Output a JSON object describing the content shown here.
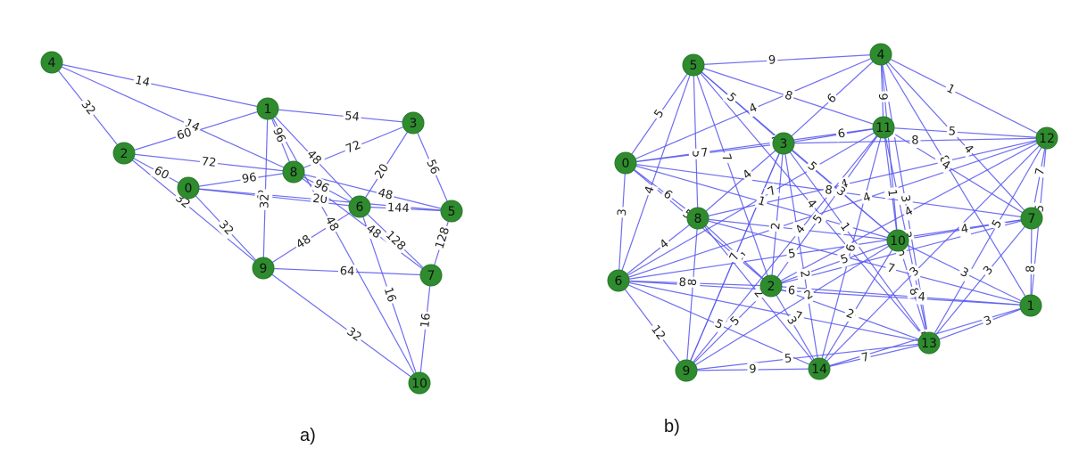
{
  "panels": [
    {
      "caption": "a)",
      "nodes": [
        "0",
        "1",
        "2",
        "3",
        "4",
        "5",
        "6",
        "7",
        "8",
        "9",
        "10"
      ],
      "edges": [
        [
          "4",
          "1",
          "14"
        ],
        [
          "4",
          "2",
          "32"
        ],
        [
          "4",
          "8",
          "14"
        ],
        [
          "2",
          "1",
          "60"
        ],
        [
          "2",
          "8",
          "72"
        ],
        [
          "2",
          "0",
          "60"
        ],
        [
          "2",
          "9",
          "32"
        ],
        [
          "0",
          "9",
          "32"
        ],
        [
          "0",
          "8",
          "96"
        ],
        [
          "0",
          "6",
          "8"
        ],
        [
          "0",
          "5",
          "20"
        ],
        [
          "1",
          "3",
          "54"
        ],
        [
          "1",
          "8",
          "96"
        ],
        [
          "1",
          "6",
          "48"
        ],
        [
          "1",
          "9",
          "32"
        ],
        [
          "1",
          "10",
          "48"
        ],
        [
          "8",
          "3",
          "72"
        ],
        [
          "8",
          "5",
          "48"
        ],
        [
          "8",
          "6",
          "96"
        ],
        [
          "3",
          "5",
          "56"
        ],
        [
          "3",
          "6",
          "20"
        ],
        [
          "6",
          "5",
          "144"
        ],
        [
          "6",
          "7",
          "128"
        ],
        [
          "6",
          "9",
          "48"
        ],
        [
          "5",
          "7",
          "128"
        ],
        [
          "9",
          "7",
          "64"
        ],
        [
          "9",
          "10",
          "32"
        ],
        [
          "7",
          "10",
          "16"
        ],
        [
          "6",
          "10",
          "16"
        ],
        [
          "8",
          "7",
          "48"
        ]
      ]
    },
    {
      "caption": "b)",
      "nodes": [
        "0",
        "1",
        "2",
        "3",
        "4",
        "5",
        "6",
        "7",
        "8",
        "9",
        "10",
        "11",
        "12",
        "13",
        "14"
      ],
      "edges": [
        [
          "5",
          "4",
          "9"
        ],
        [
          "5",
          "0",
          "5"
        ],
        [
          "5",
          "8",
          "5"
        ],
        [
          "5",
          "3",
          "5"
        ],
        [
          "5",
          "11",
          "8"
        ],
        [
          "5",
          "10",
          "5"
        ],
        [
          "5",
          "2",
          "7"
        ],
        [
          "5",
          "13",
          "4"
        ],
        [
          "5",
          "6",
          "4"
        ],
        [
          "4",
          "12",
          "1"
        ],
        [
          "4",
          "3",
          "6"
        ],
        [
          "4",
          "11",
          "9"
        ],
        [
          "4",
          "10",
          "2"
        ],
        [
          "4",
          "0",
          "4"
        ],
        [
          "4",
          "7",
          "4"
        ],
        [
          "4",
          "1",
          "8"
        ],
        [
          "4",
          "13",
          "3"
        ],
        [
          "12",
          "11",
          "5"
        ],
        [
          "12",
          "7",
          "7"
        ],
        [
          "12",
          "3",
          "8"
        ],
        [
          "12",
          "8",
          "4"
        ],
        [
          "12",
          "1",
          "5"
        ],
        [
          "12",
          "2",
          "4"
        ],
        [
          "12",
          "14",
          "3"
        ],
        [
          "12",
          "6",
          "4"
        ],
        [
          "0",
          "3",
          "7"
        ],
        [
          "0",
          "8",
          "6"
        ],
        [
          "0",
          "6",
          "3"
        ],
        [
          "0",
          "10",
          "1"
        ],
        [
          "0",
          "11",
          "2"
        ],
        [
          "0",
          "2",
          "5"
        ],
        [
          "0",
          "7",
          "8"
        ],
        [
          "3",
          "11",
          "6"
        ],
        [
          "3",
          "8",
          "4"
        ],
        [
          "3",
          "10",
          "3"
        ],
        [
          "3",
          "14",
          "2"
        ],
        [
          "3",
          "13",
          "1"
        ],
        [
          "3",
          "9",
          "4"
        ],
        [
          "11",
          "10",
          "1"
        ],
        [
          "11",
          "7",
          "4"
        ],
        [
          "11",
          "13",
          "3"
        ],
        [
          "11",
          "2",
          "5"
        ],
        [
          "11",
          "6",
          "7"
        ],
        [
          "8",
          "10",
          "3"
        ],
        [
          "8",
          "2",
          "5"
        ],
        [
          "8",
          "6",
          "4"
        ],
        [
          "8",
          "14",
          "2"
        ],
        [
          "8",
          "1",
          "7"
        ],
        [
          "8",
          "9",
          "8"
        ],
        [
          "7",
          "10",
          "4"
        ],
        [
          "7",
          "1",
          "8"
        ],
        [
          "7",
          "13",
          "3"
        ],
        [
          "7",
          "2",
          "3"
        ],
        [
          "7",
          "6",
          "5"
        ],
        [
          "10",
          "2",
          "5"
        ],
        [
          "10",
          "13",
          "8"
        ],
        [
          "10",
          "14",
          "4"
        ],
        [
          "10",
          "9",
          "2"
        ],
        [
          "10",
          "1",
          "3"
        ],
        [
          "6",
          "9",
          "12"
        ],
        [
          "6",
          "2",
          "8"
        ],
        [
          "6",
          "14",
          "5"
        ],
        [
          "6",
          "13",
          "7"
        ],
        [
          "6",
          "1",
          "6"
        ],
        [
          "9",
          "14",
          "9"
        ],
        [
          "9",
          "2",
          "5"
        ],
        [
          "9",
          "13",
          "5"
        ],
        [
          "9",
          "3",
          "7"
        ],
        [
          "9",
          "11",
          "4"
        ],
        [
          "2",
          "14",
          "3"
        ],
        [
          "2",
          "13",
          "2"
        ],
        [
          "2",
          "1",
          "4"
        ],
        [
          "14",
          "13",
          "7"
        ],
        [
          "14",
          "1",
          "5"
        ],
        [
          "13",
          "1",
          "3"
        ],
        [
          "2",
          "3",
          "2"
        ],
        [
          "14",
          "11",
          "6"
        ],
        [
          "13",
          "12",
          "5"
        ]
      ]
    }
  ],
  "colors": {
    "node_fill": "#2e8b2e",
    "edge": "#5555ee",
    "label_text": "#222222"
  }
}
